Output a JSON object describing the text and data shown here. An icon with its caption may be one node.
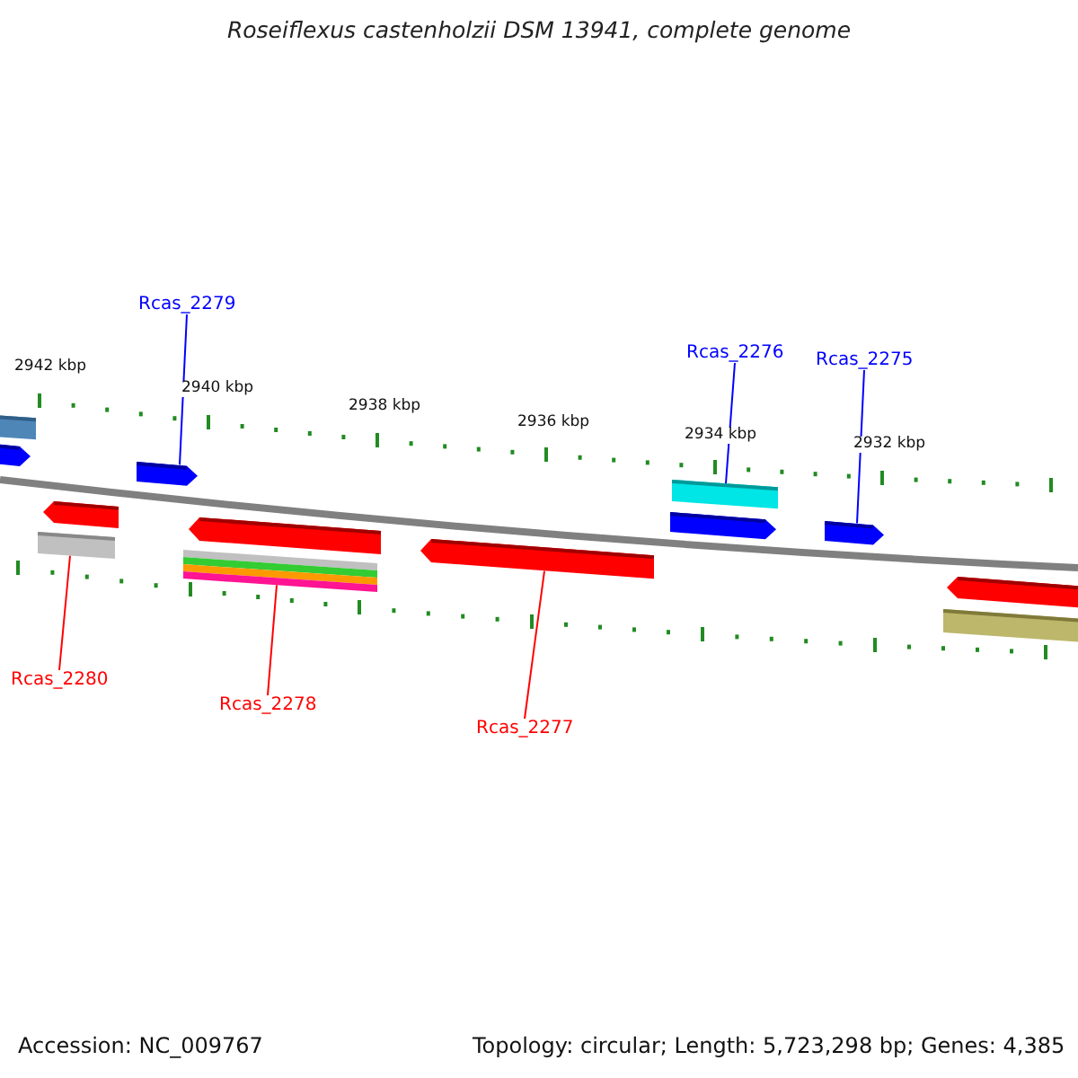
{
  "diagram": {
    "title": "Roseiflexus castenholzii DSM 13941, complete genome",
    "nodes": [
      {
        "text": [
          "Rcas_2279"
        ]
      },
      {
        "text": [
          "Rcas_2276"
        ]
      },
      {
        "text": [
          "Rcas_2275"
        ]
      },
      {
        "text": [
          "Rcas_2280"
        ]
      },
      {
        "text": [
          "Rcas_2278"
        ]
      },
      {
        "text": [
          "Rcas_2277"
        ]
      },
      {
        "text": [],
        "shape": "bar"
      },
      {
        "text": [],
        "shape": "arrow"
      },
      {
        "text": [],
        "shape": "arrow"
      },
      {
        "text": [],
        "shape": "bar"
      },
      {
        "text": [],
        "shape": "arrow"
      },
      {
        "text": [],
        "shape": "arrow"
      },
      {
        "text": [],
        "shape": "bar"
      },
      {
        "text": [],
        "shape": "arrow"
      },
      {
        "text": [],
        "shape": "bar"
      },
      {
        "text": [],
        "shape": "arrow"
      },
      {
        "text": [],
        "shape": "arrow"
      },
      {
        "text": [],
        "shape": "arrow"
      },
      {
        "text": [],
        "shape": "bar"
      }
    ],
    "edges": [
      {
        "from": 0,
        "to": 10,
        "arrow": "none",
        "color": "#0000ff"
      },
      {
        "from": 1,
        "to": 14,
        "arrow": "none",
        "color": "#0000ff"
      },
      {
        "from": 2,
        "to": 16,
        "arrow": "none",
        "color": "#0000ff"
      },
      {
        "from": 3,
        "to": 9,
        "arrow": "none",
        "color": "#ff0000"
      },
      {
        "from": 4,
        "to": 12,
        "arrow": "none",
        "color": "#ff0000"
      },
      {
        "from": 5,
        "to": 13,
        "arrow": "none",
        "color": "#ff0000"
      }
    ],
    "labels": [
      "2942 kbp",
      "2940 kbp",
      "2938 kbp",
      "2936 kbp",
      "2934 kbp",
      "2932 kbp",
      "Accession: NC_009767",
      "Topology: circular; Length: 5,723,298 bp; Genes: 4,385"
    ]
  }
}
